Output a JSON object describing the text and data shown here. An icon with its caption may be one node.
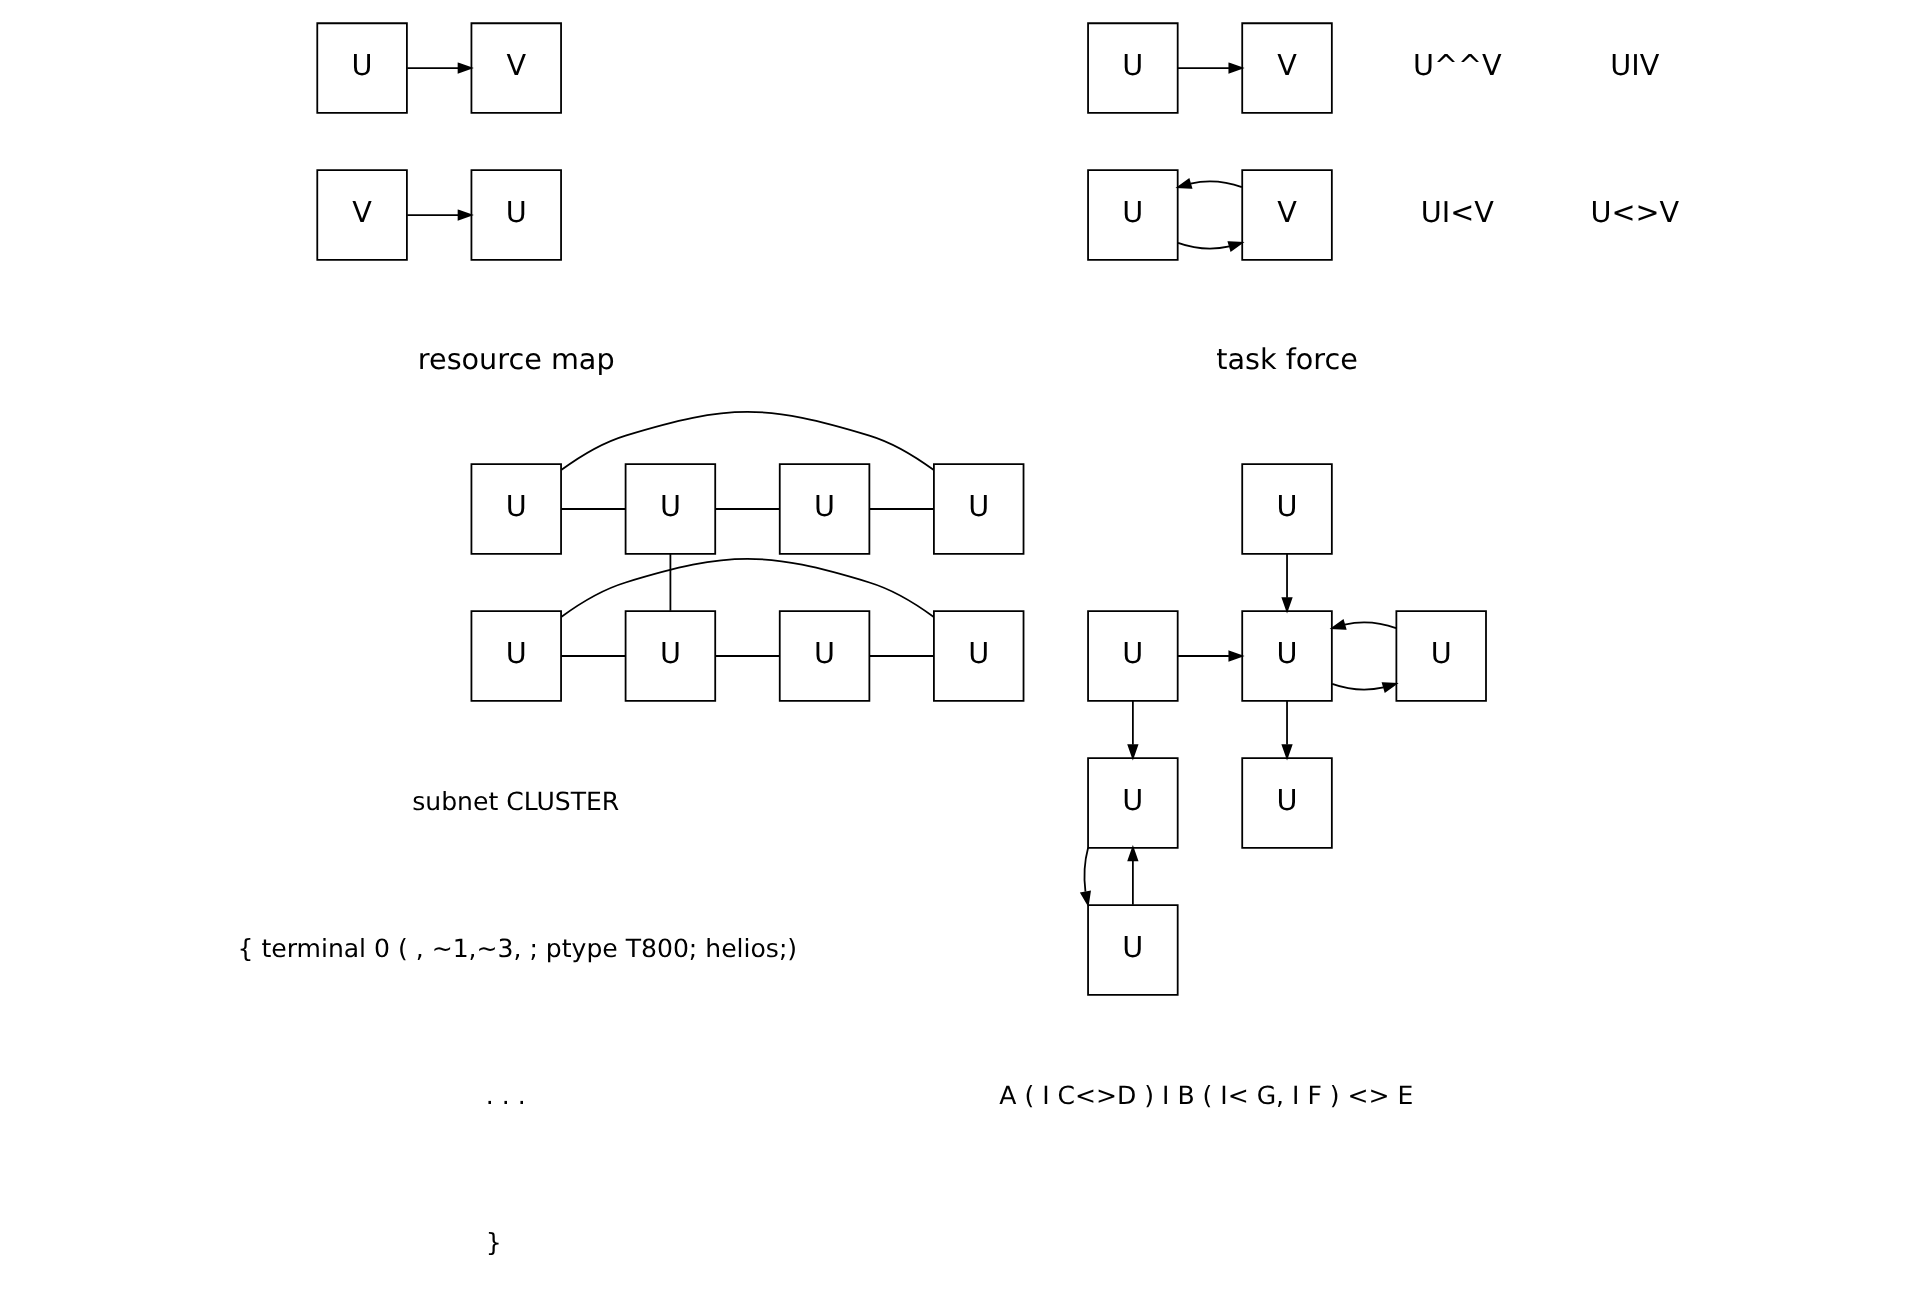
{
  "diagram": {
    "nodes": [
      {
        "text": [
          "U"
        ]
      },
      {
        "text": [
          "V"
        ]
      },
      {
        "text": [
          "U"
        ]
      },
      {
        "text": [
          "V"
        ]
      },
      {
        "text": [
          "U"
        ]
      },
      {
        "text": [
          "V"
        ]
      },
      {
        "text": [
          "U"
        ]
      },
      {
        "text": [
          "V"
        ]
      },
      {
        "text": [
          "U"
        ]
      },
      {
        "text": [
          "U"
        ]
      },
      {
        "text": [
          "U"
        ]
      },
      {
        "text": [
          "U"
        ]
      },
      {
        "text": [
          "U"
        ]
      },
      {
        "text": [
          "U"
        ]
      },
      {
        "text": [
          "U"
        ]
      },
      {
        "text": [
          "U"
        ]
      },
      {
        "text": [
          "U"
        ]
      },
      {
        "text": [
          "U"
        ]
      },
      {
        "text": [
          "U"
        ]
      },
      {
        "text": [
          "U"
        ]
      },
      {
        "text": [
          "U"
        ]
      },
      {
        "text": [
          "U"
        ]
      },
      {
        "text": [
          "U"
        ]
      }
    ],
    "edges": [
      {
        "from": 0,
        "to": 1,
        "arrow": "to"
      },
      {
        "from": 3,
        "to": 2,
        "arrow": "to"
      },
      {
        "from": 4,
        "to": 5,
        "arrow": "to"
      },
      {
        "from": 6,
        "to": 7,
        "arrow": "to"
      },
      {
        "from": 7,
        "to": 6,
        "arrow": "to"
      },
      {
        "from": 8,
        "to": 9,
        "arrow": "none"
      },
      {
        "from": 9,
        "to": 10,
        "arrow": "none"
      },
      {
        "from": 10,
        "to": 11,
        "arrow": "none"
      },
      {
        "from": 8,
        "to": 11,
        "arrow": "none"
      },
      {
        "from": 9,
        "to": 13,
        "arrow": "none"
      },
      {
        "from": 12,
        "to": 13,
        "arrow": "none"
      },
      {
        "from": 13,
        "to": 14,
        "arrow": "none"
      },
      {
        "from": 14,
        "to": 15,
        "arrow": "none"
      },
      {
        "from": 12,
        "to": 15,
        "arrow": "none"
      },
      {
        "from": 16,
        "to": 18,
        "arrow": "to"
      },
      {
        "from": 17,
        "to": 18,
        "arrow": "to"
      },
      {
        "from": 18,
        "to": 19,
        "arrow": "to"
      },
      {
        "from": 19,
        "to": 18,
        "arrow": "to"
      },
      {
        "from": 18,
        "to": 21,
        "arrow": "to"
      },
      {
        "from": 17,
        "to": 20,
        "arrow": "to"
      },
      {
        "from": 20,
        "to": 22,
        "arrow": "to"
      },
      {
        "from": 22,
        "to": 20,
        "arrow": "to"
      }
    ],
    "labels": [
      "U^^V",
      "UIV",
      "UI<V",
      "U<>V",
      "task force",
      "resource map",
      "subnet CLUSTER",
      "{ terminal 0 ( , ~1,~3, ; ptype T800; helios;)",
      ". . .",
      "}",
      "A ( I C<>D ) I B ( I< G, I F ) <> E"
    ]
  }
}
